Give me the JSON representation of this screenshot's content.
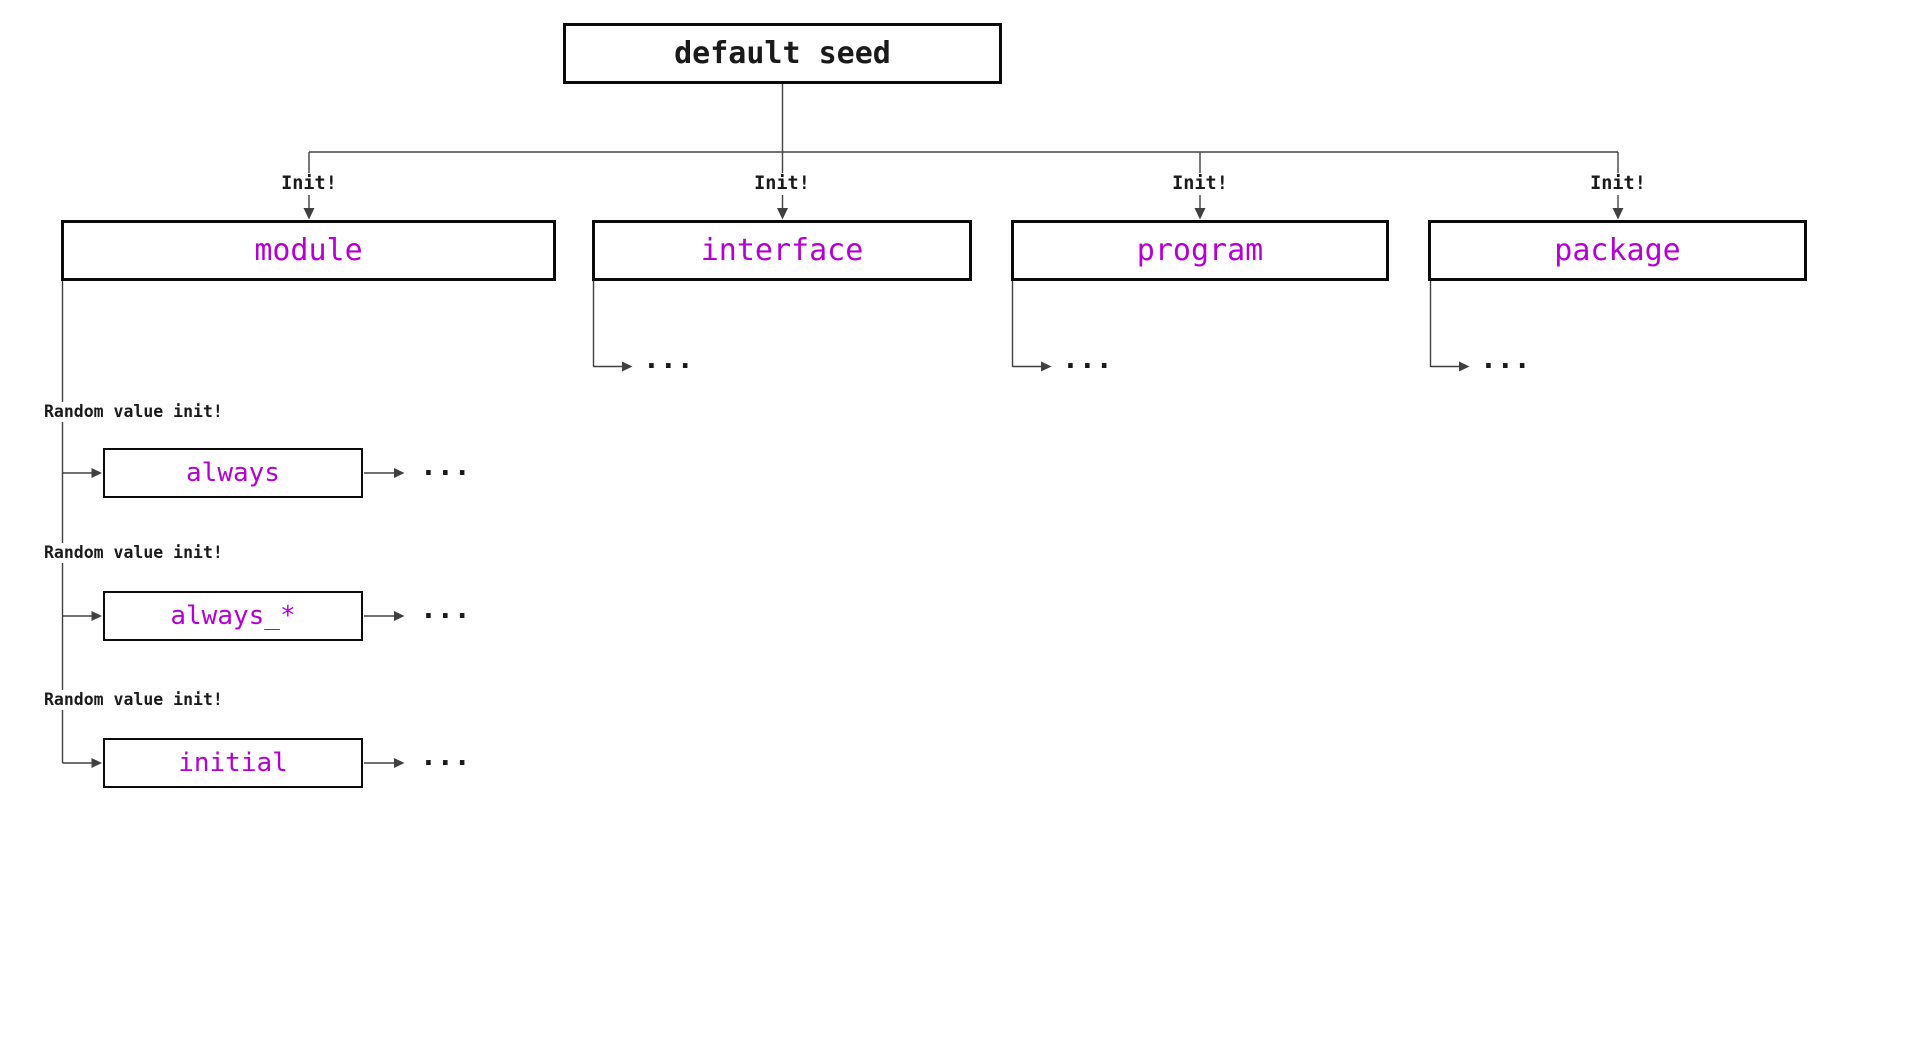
{
  "colors": {
    "accent": "#B400D3",
    "line": "#404040",
    "border": "#0a0a0a",
    "label": "#1a1a1a",
    "background": "#ffffff"
  },
  "root": {
    "label": "default seed"
  },
  "branches": [
    {
      "edge_label": "Init!",
      "label": "module"
    },
    {
      "edge_label": "Init!",
      "label": "interface",
      "more": "..."
    },
    {
      "edge_label": "Init!",
      "label": "program",
      "more": "..."
    },
    {
      "edge_label": "Init!",
      "label": "package",
      "more": "..."
    }
  ],
  "module_children": [
    {
      "edge_label": "Random value init!",
      "label": "always",
      "more": "..."
    },
    {
      "edge_label": "Random value init!",
      "label": "always_*",
      "more": "..."
    },
    {
      "edge_label": "Random value init!",
      "label": "initial",
      "more": "..."
    }
  ]
}
